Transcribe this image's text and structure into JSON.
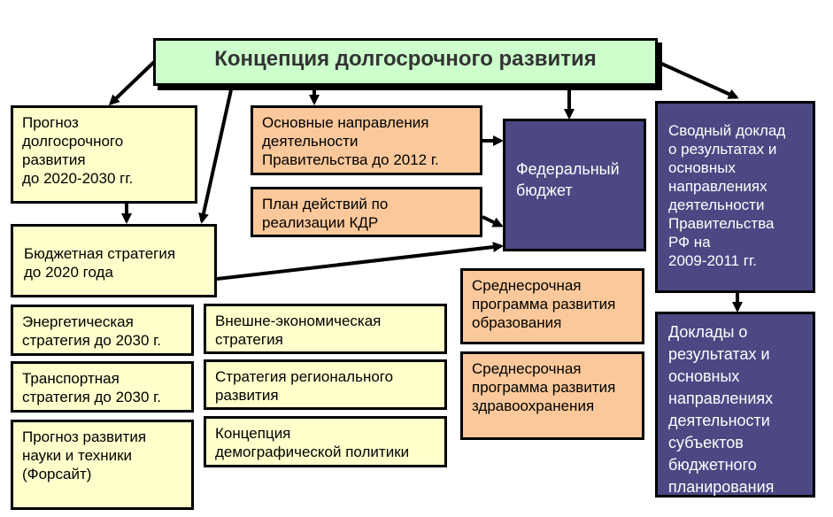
{
  "title": "Концепция долгосрочного развития",
  "boxes": {
    "forecast": "Прогноз\nдолгосрочного\nразвития\nдо 2020-2030 гг.",
    "main_directions": "Основные направления\nдеятельности\nПравительства до 2012 г.",
    "action_plan": "План действий по\nреализации КДР",
    "federal_budget": "Федеральный\nбюджет",
    "summary_report": "Сводный доклад\nо результатах и\nосновных\nнаправлениях\nдеятельности\nПравительства\nРФ на\n2009-2011 гг.",
    "budget_strategy": "Бюджетная стратегия\nдо 2020 года",
    "energy_strategy": "Энергетическая\nстратегия до 2030 г.",
    "foreign_econ": "Внешне-экономическая\nстратегия",
    "education": "Среднесрочная\nпрограмма развития\nобразования",
    "transport": "Транспортная\nстратегия до 2030 г.",
    "regional": "Стратегия регионального\nразвития",
    "health": "Среднесрочная\nпрограмма развития\nздравоохранения",
    "science": "Прогноз развития\nнауки и техники\n(Форсайт)",
    "demographic": "Концепция\nдемографической политики",
    "subject_reports": "Доклады о\nрезультатах и\nосновных\nнаправлениях\nдеятельности\nсубъектов\nбюджетного\nпланирования"
  },
  "colors": {
    "title_fill": "#ccffcc",
    "yellow_fill": "#ffffcc",
    "orange_fill": "#fac89a",
    "purple_fill": "#4b4883",
    "outline": "#000000"
  }
}
